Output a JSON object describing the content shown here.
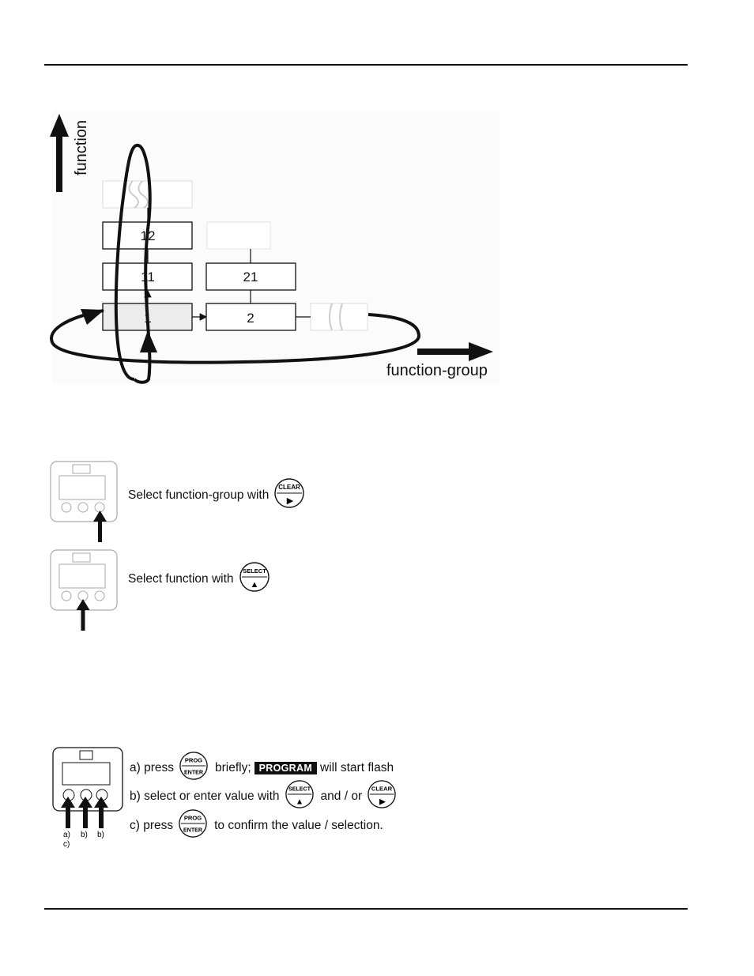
{
  "diagram": {
    "axis_function": "function",
    "axis_function_group": "function-group",
    "boxes": {
      "b1": "1",
      "b2": "2",
      "b11": "11",
      "b12": "12",
      "b21": "21"
    }
  },
  "navigation": {
    "line1": "Select function-group with",
    "line2": "Select function with"
  },
  "buttons": {
    "clear": "CLEAR",
    "select": "SELECT",
    "prog": "PROG",
    "enter": "ENTER",
    "right_arrow": "▶",
    "up_arrow": "▲"
  },
  "procedure": {
    "a_prefix": "a) press",
    "a_suffix": "briefly;",
    "badge": "PROGRAM",
    "a_end": "will start flash",
    "b_prefix": "b) select or enter value with",
    "b_mid": "and / or",
    "c_prefix": "c) press",
    "c_suffix": "to confirm the value / selection.",
    "labels": {
      "a": "a)",
      "b1": "b)",
      "b2": "b)",
      "c": "c)"
    }
  }
}
